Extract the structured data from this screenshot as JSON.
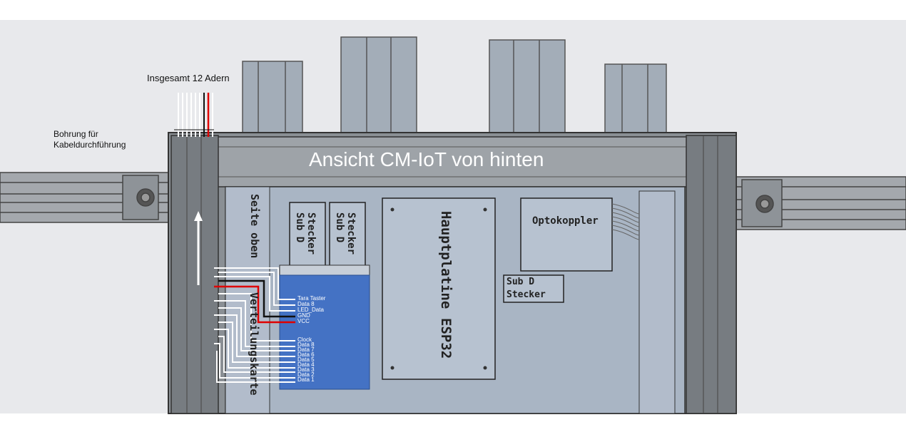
{
  "title": "Ansicht CM-IoT von hinten",
  "labels": {
    "wires_total": "Insgesamt 12 Adern",
    "bore": "Bohrung für\nKabeldurchführung"
  },
  "components": {
    "seite_oben": "Seite oben",
    "verteilung": "Verteilungskarte",
    "sub_d_1": [
      "Sub D",
      "Stecker"
    ],
    "sub_d_2": [
      "Sub D",
      "Stecker"
    ],
    "sub_d_3": [
      "Sub D",
      "Stecker"
    ],
    "hauptplatine": [
      "Hauptplatine",
      "ESP32"
    ],
    "optokoppler": "Optokoppler"
  },
  "pins_top": [
    "Tara Taster",
    "Data 8",
    "LED_Data",
    "GND",
    "VCC"
  ],
  "pins_bottom": [
    "Clock",
    "Data 8",
    "Data 7",
    "Data 6",
    "Data 5",
    "Data 4",
    "Data 3",
    "Data 2",
    "Data 1"
  ],
  "colors": {
    "frame_dark": "#6e7276",
    "frame_light": "#9ea3a8",
    "panel": "#a9b5c4",
    "cylinder": "#a3adb8",
    "blue_board": "#4472c4",
    "wire_red": "#e00000",
    "wire_black": "#111111",
    "wire_white": "#ffffff"
  }
}
